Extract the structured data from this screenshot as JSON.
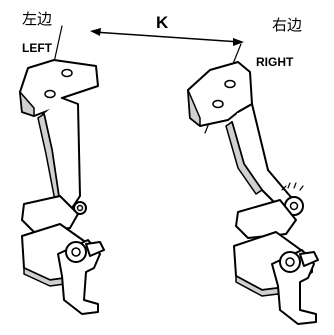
{
  "labels": {
    "left_cn": "左边",
    "left_en": "LEFT",
    "right_cn": "右边",
    "right_en": "RIGHT",
    "dimension": "K"
  }
}
